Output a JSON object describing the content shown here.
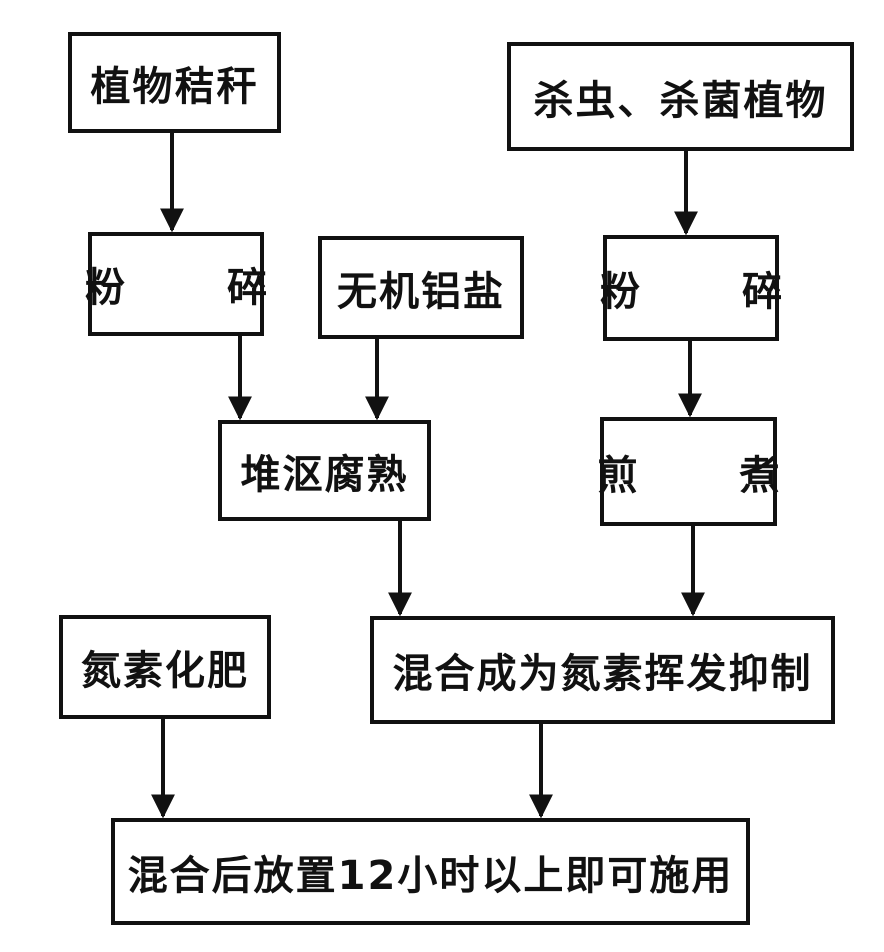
{
  "nodes": {
    "straw": "植物秸秆",
    "insect_plant": "杀虫、杀菌植物",
    "crush_left": "粉  碎",
    "aluminum_salt": "无机铝盐",
    "crush_right": "粉  碎",
    "compost": "堆沤腐熟",
    "decoct": "煎  煮",
    "nitrogen_fertilizer": "氮素化肥",
    "inhibitor_mix": "混合成为氮素挥发抑制",
    "final": "混合后放置12小时以上即可施用"
  }
}
